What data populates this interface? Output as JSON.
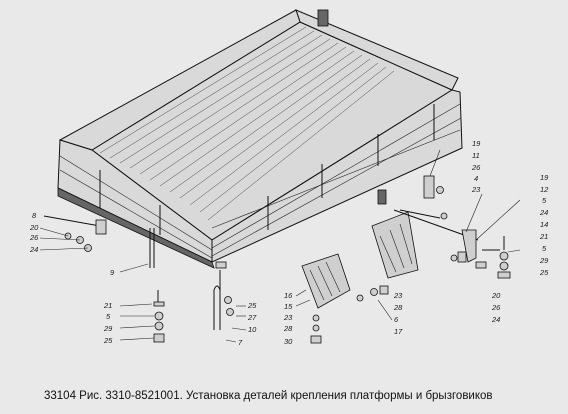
{
  "caption": "33104 Рис. 3310-8521001. Установка деталей крепления платформы и брызговиков",
  "callouts": {
    "left_top": [
      "8",
      "20",
      "26",
      "24"
    ],
    "left_mid": [
      "9"
    ],
    "left_bottom": [
      "21",
      "5",
      "29",
      "25"
    ],
    "center": [
      "25",
      "27",
      "10",
      "7"
    ],
    "center_right": [
      "16",
      "15",
      "23",
      "28",
      "30",
      "23",
      "28",
      "6",
      "17"
    ],
    "right_top": [
      "19",
      "11",
      "26",
      "4",
      "23"
    ],
    "far_right": [
      "19",
      "12",
      "5",
      "24",
      "14",
      "21",
      "5",
      "29",
      "25",
      "20",
      "26",
      "24"
    ]
  }
}
